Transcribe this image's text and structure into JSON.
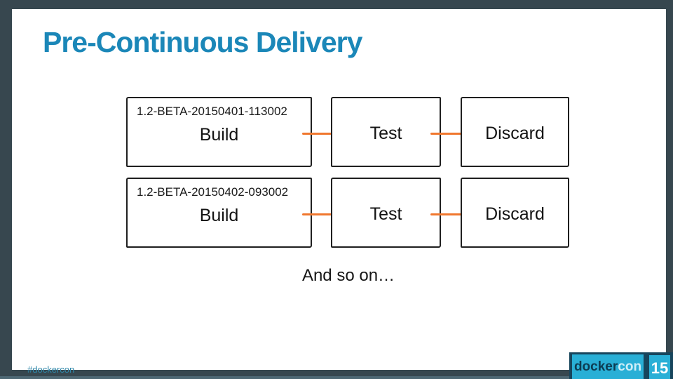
{
  "slide": {
    "title": "Pre-Continuous Delivery",
    "and_so_on": "And so on…",
    "footer": {
      "hashtag": "#dockercon",
      "logo_brand_prefix": "docker",
      "logo_brand_suffix": "con",
      "page_number": "15"
    }
  },
  "diagram": {
    "rows": [
      {
        "version": "1.2-BETA-20150401-113002",
        "stages": [
          "Build",
          "Test",
          "Discard"
        ]
      },
      {
        "version": "1.2-BETA-20150402-093002",
        "stages": [
          "Build",
          "Test",
          "Discard"
        ]
      }
    ],
    "connector": "arrow-right"
  },
  "colors": {
    "title_teal": "#1b87b8",
    "arrow_orange": "#f0772e",
    "frame_slate": "#37474f",
    "logo_blue": "#29afd6",
    "logo_navy": "#17455c",
    "hashtag_teal": "#2f87a9",
    "box_border": "#1f1f1f"
  }
}
